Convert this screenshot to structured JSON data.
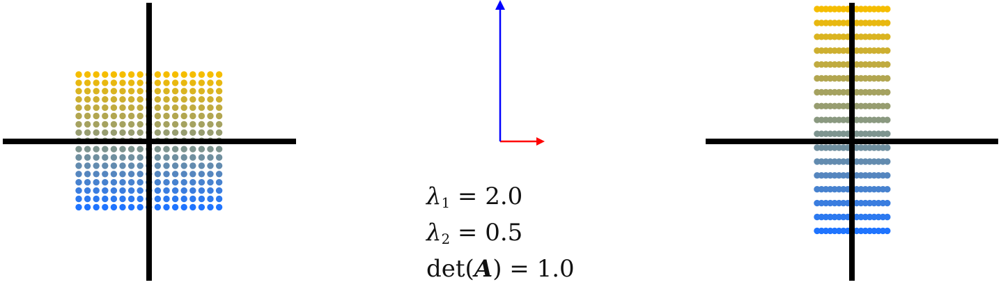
{
  "figure": {
    "eigenvalues": {
      "lambda_1": "2.0",
      "lambda_2": "0.5",
      "determinant": "1.0"
    },
    "grid": {
      "columns": 17,
      "rows": 17,
      "stretch": [
        0.5,
        2.0
      ]
    },
    "colors": {
      "top": "#f5bd00",
      "bottom": "#1f74ff",
      "axis": "#000000",
      "x_vector": "#ff0000",
      "y_vector": "#0000ff"
    }
  }
}
